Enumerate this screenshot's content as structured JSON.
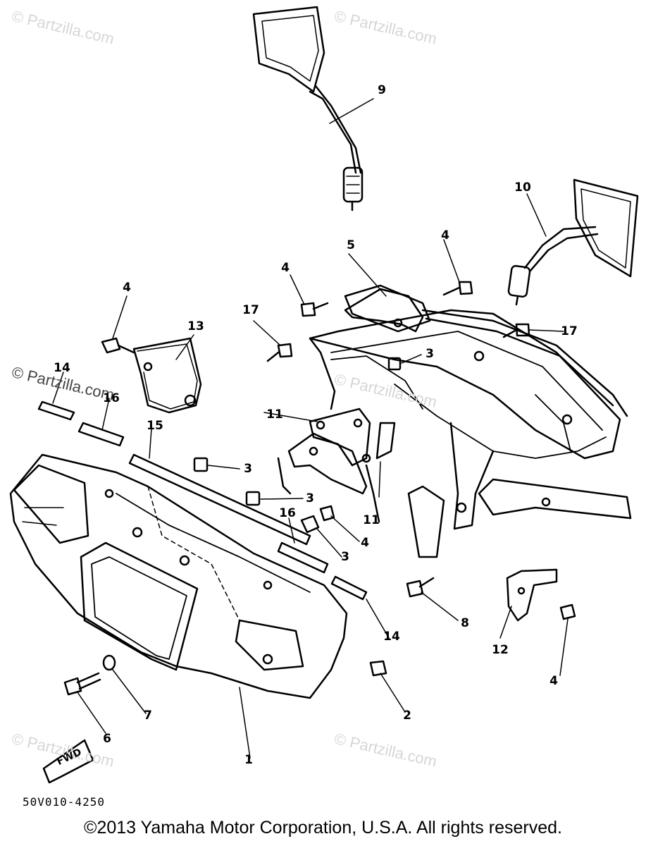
{
  "watermarks": {
    "top_left": "© Partzilla.com",
    "top_right": "© Partzilla.com",
    "left_mid": "© Partzilla.com",
    "center": "© Partzilla.com",
    "bottom_left": "© Partzilla.com",
    "bottom_right": "© Partzilla.com"
  },
  "callouts": {
    "p1": "1",
    "p2": "2",
    "p3a": "3",
    "p3b": "3",
    "p3c": "3",
    "p3d": "3",
    "p4a": "4",
    "p4b": "4",
    "p4c": "4",
    "p4d": "4",
    "p4e": "4",
    "p5": "5",
    "p6": "6",
    "p7": "7",
    "p8": "8",
    "p9": "9",
    "p10": "10",
    "p11a": "11",
    "p11b": "11",
    "p12": "12",
    "p13": "13",
    "p14a": "14",
    "p14b": "14",
    "p15": "15",
    "p16a": "16",
    "p16b": "16",
    "p17a": "17",
    "p17b": "17"
  },
  "fwd_label": "FWD",
  "drawing_code": "50V010-4250",
  "copyright": "©2013  Yamaha Motor Corporation, U.S.A. All rights reserved."
}
